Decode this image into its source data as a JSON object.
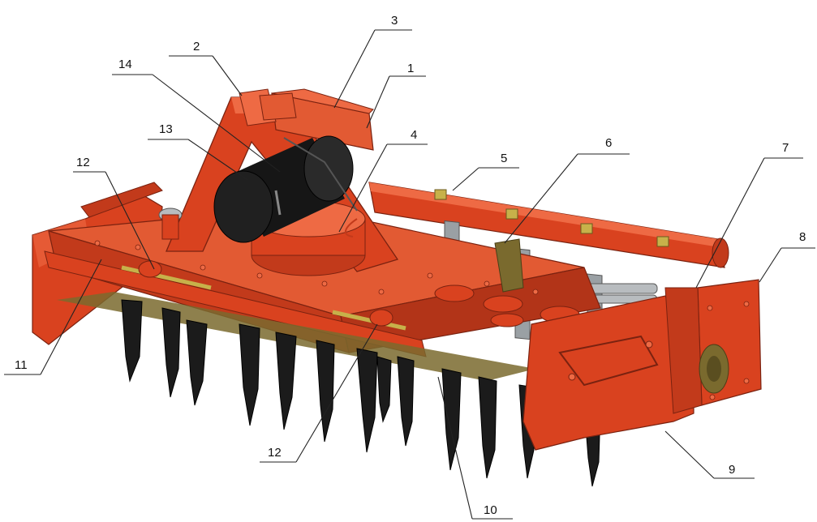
{
  "callouts": [
    {
      "id": "1",
      "label": "1"
    },
    {
      "id": "2",
      "label": "2"
    },
    {
      "id": "3",
      "label": "3"
    },
    {
      "id": "4",
      "label": "4"
    },
    {
      "id": "5",
      "label": "5"
    },
    {
      "id": "6",
      "label": "6"
    },
    {
      "id": "7",
      "label": "7"
    },
    {
      "id": "8",
      "label": "8"
    },
    {
      "id": "9",
      "label": "9"
    },
    {
      "id": "10",
      "label": "10"
    },
    {
      "id": "11",
      "label": "11"
    },
    {
      "id": "12a",
      "label": "12"
    },
    {
      "id": "12b",
      "label": "12"
    },
    {
      "id": "13",
      "label": "13"
    },
    {
      "id": "14",
      "label": "14"
    }
  ],
  "colors": {
    "body_orange": "#d9421f",
    "body_orange_dark": "#a8301a",
    "body_orange_light": "#ee6a44",
    "tine_black": "#1b1b1b",
    "tube_black": "#161616",
    "steel_grey": "#9aa0a4",
    "olive_gear": "#7a6a2e",
    "background": "#ffffff"
  },
  "icons": {
    "machine": "rotary-harrow-illustration"
  }
}
